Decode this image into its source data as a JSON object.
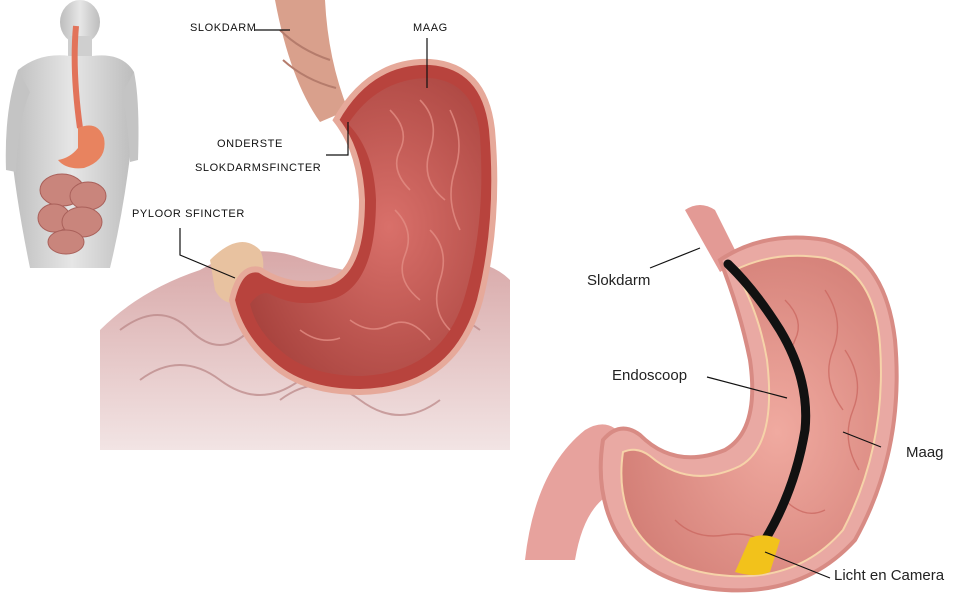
{
  "top_diagram": {
    "labels": {
      "slokdarm": "SLOKDARM",
      "maag": "MAAG",
      "onderste_1": "ONDERSTE",
      "onderste_2": "SLOKDARMSFINCTER",
      "pyloor": "PYLOOR SFINCTER"
    }
  },
  "bottom_diagram": {
    "labels": {
      "slokdarm": "Slokdarm",
      "endoscoop": "Endoscoop",
      "maag": "Maag",
      "licht": "Licht en Camera"
    }
  },
  "colors": {
    "stomach_outer": "#e9a8a0",
    "stomach_inner": "#c95a55",
    "mucosa": "#b8463f",
    "intestine": "#d9a3a3",
    "body_skin": "#cfcfcf",
    "endoscope": "#111111",
    "camera_light": "#f2c21b"
  }
}
